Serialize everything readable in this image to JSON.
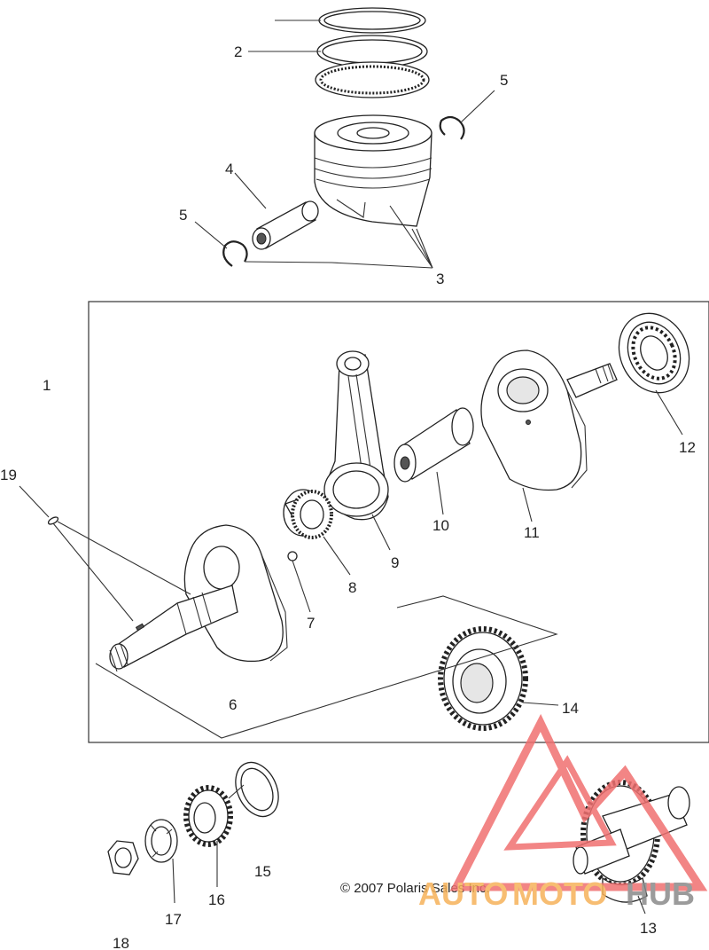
{
  "labels": {
    "l1": "1",
    "l2": "2",
    "l3": "3",
    "l4": "4",
    "l5a": "5",
    "l5b": "5",
    "l6": "6",
    "l7": "7",
    "l8": "8",
    "l9": "9",
    "l10": "10",
    "l11": "11",
    "l12": "12",
    "l13": "13",
    "l14": "14",
    "l15": "15",
    "l16": "16",
    "l17": "17",
    "l18": "18",
    "l19": "19"
  },
  "copyright": "© 2007 Polaris Sales Inc.",
  "watermark": {
    "text_auto": "AUTO",
    "text_moto": "MOTO",
    "text_hub": "HUB",
    "color_red": "#f07070",
    "color_orange": "#f6b25a",
    "color_gray": "#8a8a8a"
  }
}
